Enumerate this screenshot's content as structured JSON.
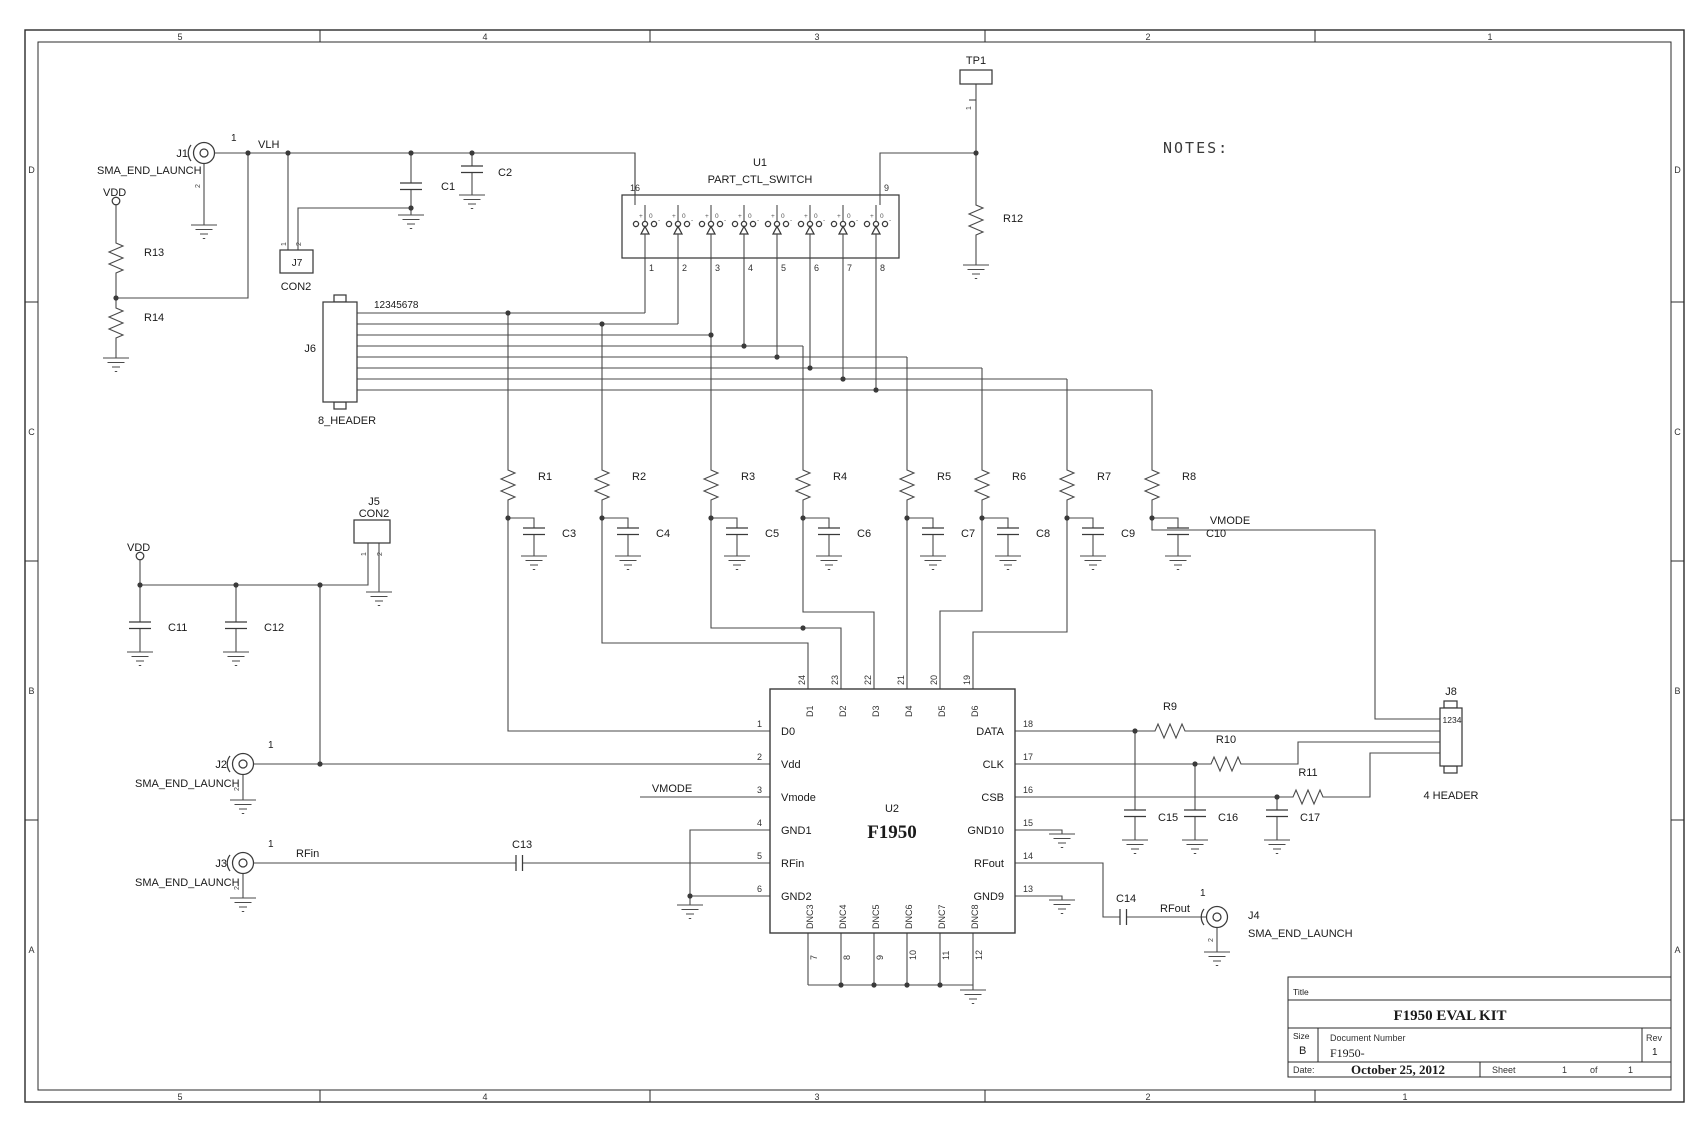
{
  "sheet": {
    "zones_top": [
      "5",
      "4",
      "3",
      "2",
      "1"
    ],
    "zones_side": [
      "D",
      "C",
      "B",
      "A"
    ],
    "notes": "NOTES:"
  },
  "title_block": {
    "title_label": "Title",
    "title": "F1950 EVAL KIT",
    "size_label": "Size",
    "size": "B",
    "doc_label": "Document Number",
    "doc_number": "F1950-",
    "rev_label": "Rev",
    "rev": "1",
    "date_label": "Date:",
    "date": "October 25, 2012",
    "sheet_label": "Sheet",
    "sheet_num": "1",
    "of_label": "of",
    "total": "1"
  },
  "nets": {
    "vlh": "VLH",
    "vdd": "VDD",
    "vmode": "VMODE",
    "rfin": "RFin",
    "rfout": "RFout"
  },
  "components": {
    "j1": {
      "ref": "J1",
      "value": "SMA_END_LAUNCH",
      "p1": "1",
      "p2": "2"
    },
    "j2": {
      "ref": "J2",
      "value": "SMA_END_LAUNCH",
      "p1": "1",
      "p2": "2"
    },
    "j3": {
      "ref": "J3",
      "value": "SMA_END_LAUNCH",
      "p1": "1",
      "p2": "2"
    },
    "j4": {
      "ref": "J4",
      "value": "SMA_END_LAUNCH",
      "p1": "1",
      "p2": "2"
    },
    "j5": {
      "ref": "J5",
      "value": "CON2",
      "p1": "1",
      "p2": "2"
    },
    "j6": {
      "ref": "J6",
      "value": "8_HEADER",
      "pins": "12345678"
    },
    "j7": {
      "ref": "J7",
      "value": "CON2",
      "p1": "1",
      "p2": "2"
    },
    "j8": {
      "ref": "J8",
      "value": "4 HEADER",
      "pins": "1234"
    },
    "tp1": {
      "ref": "TP1",
      "p1": "1"
    },
    "u1": {
      "ref": "U1",
      "value": "PART_CTL_SWITCH",
      "pl": "16",
      "pr": "9",
      "pins": [
        "1",
        "2",
        "3",
        "4",
        "5",
        "6",
        "7",
        "8"
      ],
      "mark_plus": "+",
      "mark_zero": "0",
      "mark_minus": "-"
    },
    "u2": {
      "ref": "U2",
      "value": "F1950",
      "left": [
        {
          "n": "1",
          "name": "D0"
        },
        {
          "n": "2",
          "name": "Vdd"
        },
        {
          "n": "3",
          "name": "Vmode"
        },
        {
          "n": "4",
          "name": "GND1"
        },
        {
          "n": "5",
          "name": "RFin"
        },
        {
          "n": "6",
          "name": "GND2"
        }
      ],
      "right": [
        {
          "n": "18",
          "name": "DATA"
        },
        {
          "n": "17",
          "name": "CLK"
        },
        {
          "n": "16",
          "name": "CSB"
        },
        {
          "n": "15",
          "name": "GND10"
        },
        {
          "n": "14",
          "name": "RFout"
        },
        {
          "n": "13",
          "name": "GND9"
        }
      ],
      "top": [
        {
          "n": "24",
          "name": "D1"
        },
        {
          "n": "23",
          "name": "D2"
        },
        {
          "n": "22",
          "name": "D3"
        },
        {
          "n": "21",
          "name": "D4"
        },
        {
          "n": "20",
          "name": "D5"
        },
        {
          "n": "19",
          "name": "D6"
        }
      ],
      "bottom": [
        {
          "n": "7",
          "name": "DNC3"
        },
        {
          "n": "8",
          "name": "DNC4"
        },
        {
          "n": "9",
          "name": "DNC5"
        },
        {
          "n": "10",
          "name": "DNC6"
        },
        {
          "n": "11",
          "name": "DNC7"
        },
        {
          "n": "12",
          "name": "DNC8"
        }
      ]
    },
    "r": {
      "r1": "R1",
      "r2": "R2",
      "r3": "R3",
      "r4": "R4",
      "r5": "R5",
      "r6": "R6",
      "r7": "R7",
      "r8": "R8",
      "r9": "R9",
      "r10": "R10",
      "r11": "R11",
      "r12": "R12",
      "r13": "R13",
      "r14": "R14"
    },
    "c": {
      "c1": "C1",
      "c2": "C2",
      "c3": "C3",
      "c4": "C4",
      "c5": "C5",
      "c6": "C6",
      "c7": "C7",
      "c8": "C8",
      "c9": "C9",
      "c10": "C10",
      "c11": "C11",
      "c12": "C12",
      "c13": "C13",
      "c14": "C14",
      "c15": "C15",
      "c16": "C16",
      "c17": "C17"
    }
  }
}
